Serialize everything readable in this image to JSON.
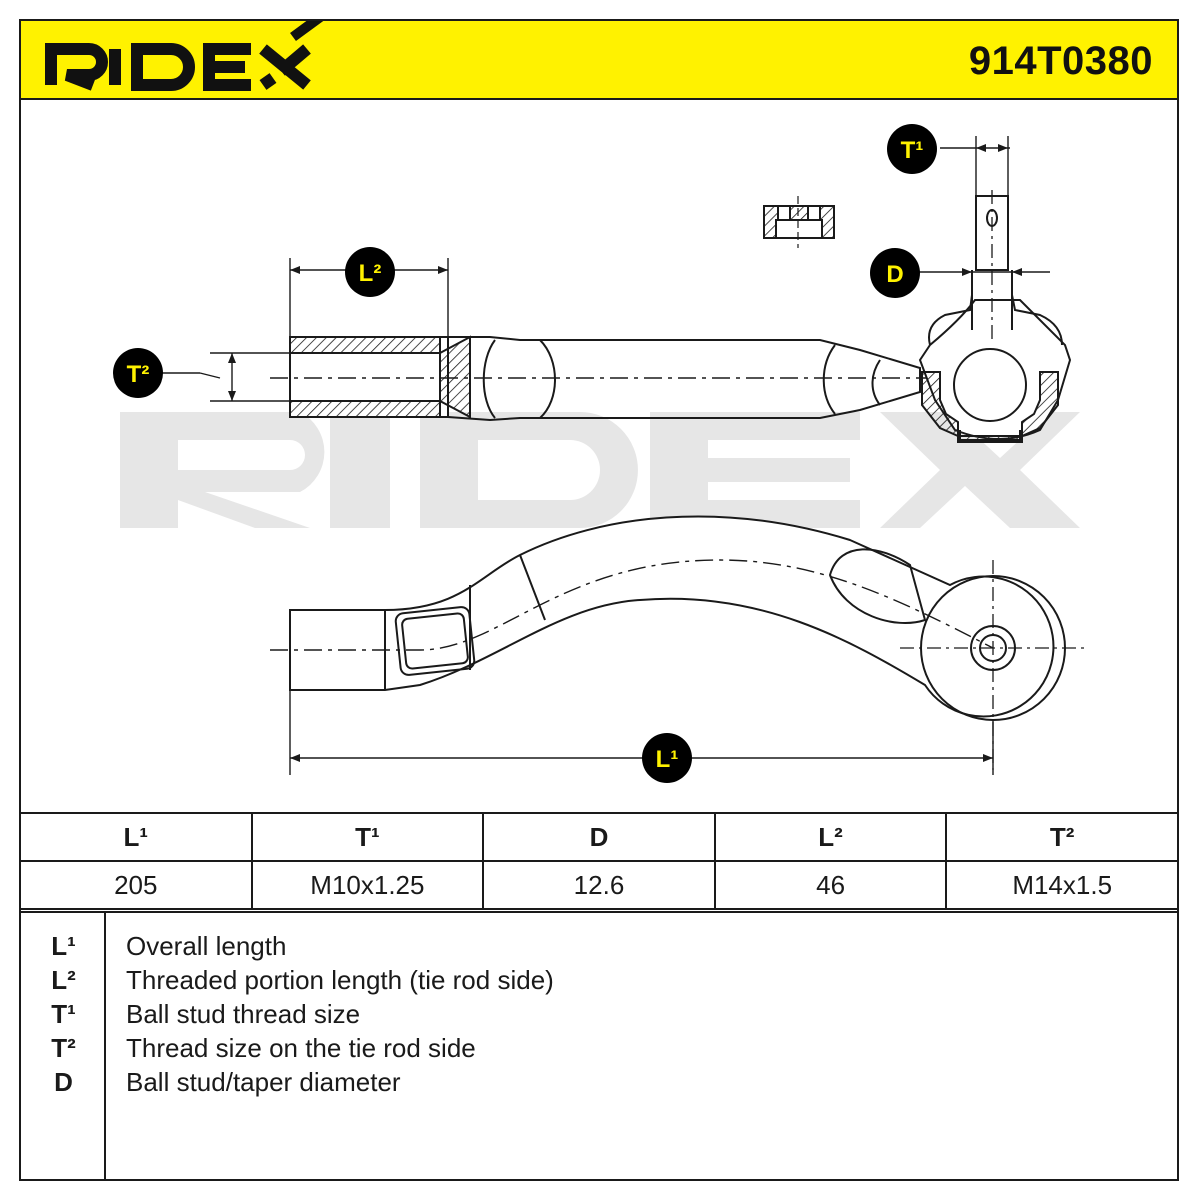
{
  "header": {
    "brand": "RIDEX",
    "part_number": "914T0380"
  },
  "drawing": {
    "watermark": "RIDEX",
    "badges": {
      "t1": "T¹",
      "d": "D",
      "l2": "L²",
      "t2": "T²",
      "l1": "L¹"
    }
  },
  "specs": {
    "headers": [
      "L¹",
      "T¹",
      "D",
      "L²",
      "T²"
    ],
    "values": [
      "205",
      "M10x1.25",
      "12.6",
      "46",
      "M14x1.5"
    ]
  },
  "legend": [
    {
      "key": "L¹",
      "desc": "Overall length"
    },
    {
      "key": "L²",
      "desc": "Threaded portion length (tie rod side)"
    },
    {
      "key": "T¹",
      "desc": "Ball stud thread size"
    },
    {
      "key": "T²",
      "desc": "Thread size on the tie rod side"
    },
    {
      "key": "D",
      "desc": "Ball stud/taper diameter"
    }
  ],
  "colors": {
    "brand_yellow": "#fff200",
    "ink": "#1a1a1a",
    "watermark_grey": "#e6e6e6"
  }
}
